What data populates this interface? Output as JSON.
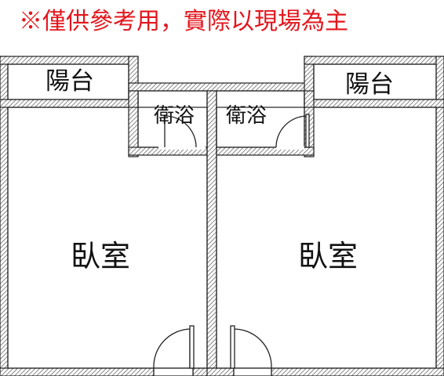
{
  "disclaimer": "※僅供參考用，實際以現場為主",
  "colors": {
    "disclaimer": "#e4151c",
    "wall_hatch": "#444444",
    "line": "#222222",
    "background": "#ffffff"
  },
  "rooms": {
    "left_balcony": "陽台",
    "right_balcony": "陽台",
    "left_bathroom": "衛浴",
    "right_bathroom": "衛浴",
    "left_bedroom": "臥室",
    "right_bedroom": "臥室"
  }
}
